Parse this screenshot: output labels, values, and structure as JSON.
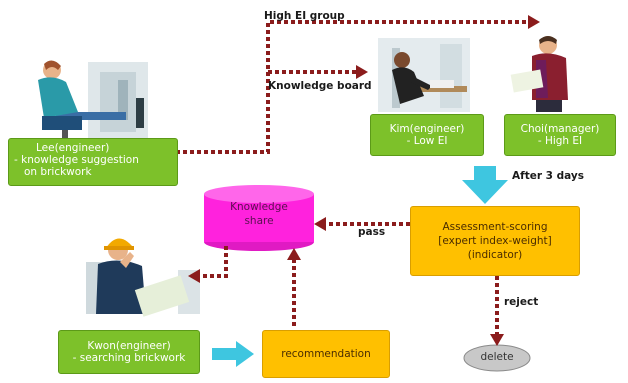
{
  "labels": {
    "high_ei_group": "High EI group",
    "knowledge_board": "Knowledge board",
    "after_3_days": "After 3 days",
    "pass": "pass",
    "reject": "reject"
  },
  "nodes": {
    "lee": {
      "line1": "Lee(engineer)",
      "line2": "- knowledge suggestion",
      "line3": "on brickwork"
    },
    "kim": {
      "line1": "Kim(engineer)",
      "line2": "- Low EI"
    },
    "choi": {
      "line1": "Choi(manager)",
      "line2": "- High EI"
    },
    "knowledge_share": {
      "line1": "Knowledge",
      "line2": "share"
    },
    "assessment": {
      "line1": "Assessment-scoring",
      "line2": "[expert index-weight]",
      "line3": "(indicator)"
    },
    "kwon": {
      "line1": "Kwon(engineer)",
      "line2": "- searching brickwork"
    },
    "recommendation": {
      "label": "recommendation"
    },
    "delete": {
      "label": "delete"
    }
  },
  "colors": {
    "green": "#7dc12a",
    "orange": "#ffc000",
    "magenta": "#ff22dd",
    "arrow_dotted": "#8b1c1c",
    "arrow_cyan": "#3ec6e0",
    "delete_gray": "#c8c8c8"
  }
}
